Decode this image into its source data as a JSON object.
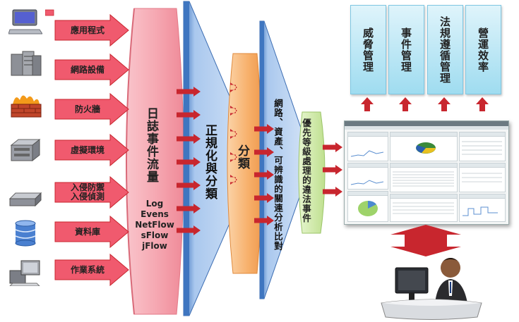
{
  "sources": [
    {
      "label": "應用程式",
      "icon": "computer-icon"
    },
    {
      "label": "網路設備",
      "icon": "server-rack-icon"
    },
    {
      "label": "防火牆",
      "icon": "firewall-icon"
    },
    {
      "label": "虛擬環境",
      "icon": "virtual-server-icon"
    },
    {
      "label": "入侵防禦\n入侵偵測",
      "icon": "network-appliance-icon"
    },
    {
      "label": "資料庫",
      "icon": "database-icon"
    },
    {
      "label": "作業系統",
      "icon": "workstation-icon"
    }
  ],
  "log_flow": {
    "title": "日誌事件流量",
    "protocols": [
      "Log",
      "Evens",
      "NetFlow",
      "sFlow",
      "jFlow"
    ]
  },
  "normalize": {
    "title": "正規化與分類"
  },
  "classify": {
    "title": "分類"
  },
  "correlate": {
    "title": "網路、資產、可辨識的關連分析比對"
  },
  "priority": {
    "title": "優先等級處理的違法事件"
  },
  "outcomes": [
    "威脅管理",
    "事件管理",
    "法規遵循管理",
    "營運效率"
  ],
  "colors": {
    "arrow_red": "#c8262e",
    "label_pink": "#f05a6e",
    "log_cylinder": "#f5a3ad",
    "normalize_blue": "#4a86c8",
    "classify_orange": "#f8b978",
    "priority_green": "#cfe9a6",
    "outcome_blue": "#a9e0f2"
  }
}
